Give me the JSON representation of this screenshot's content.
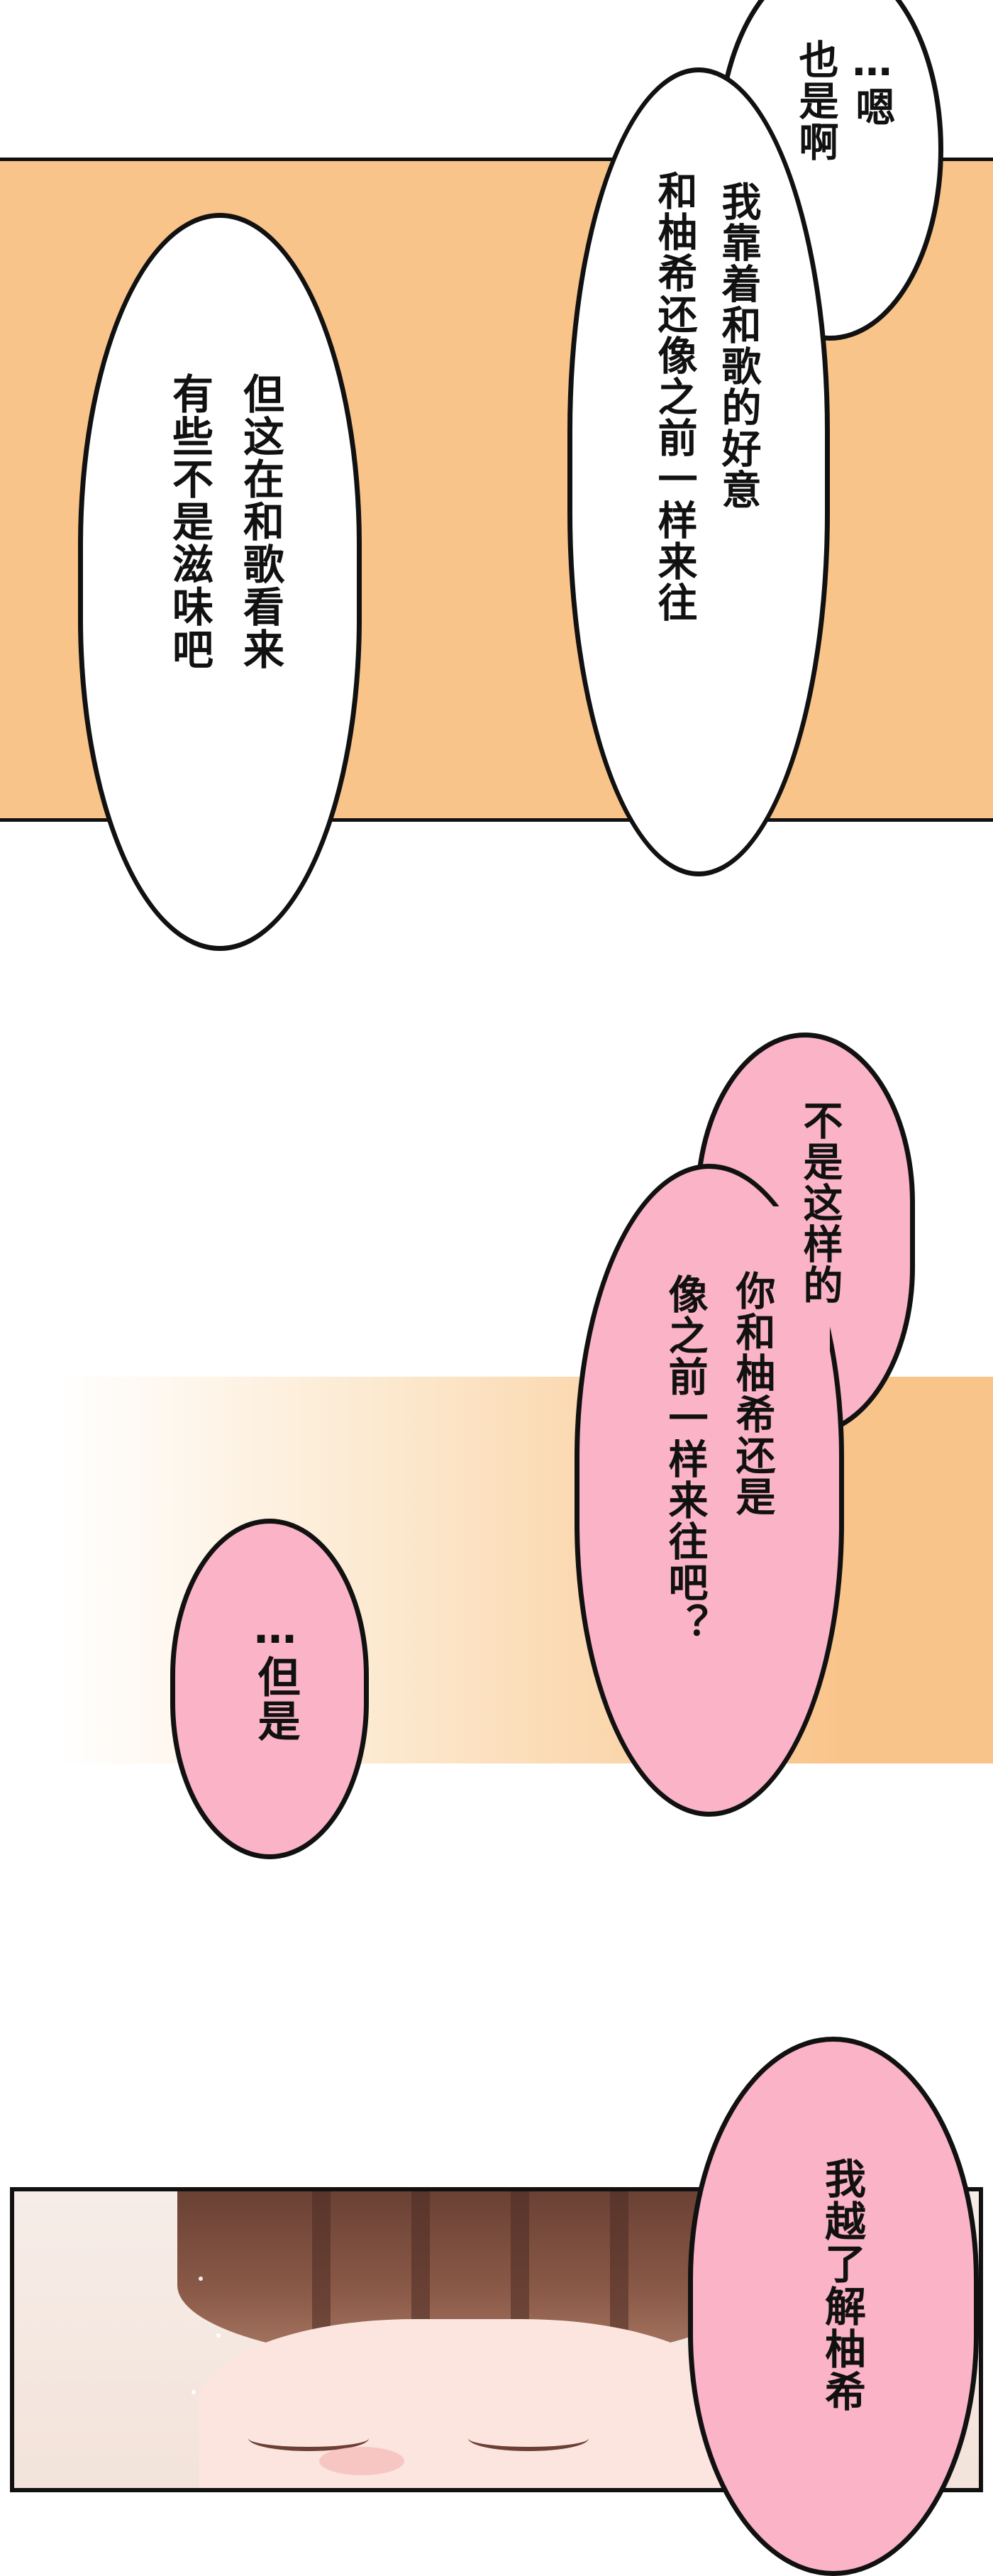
{
  "bubbles": {
    "b1": {
      "col1": "…嗯",
      "col2": "也是啊"
    },
    "b2": {
      "col1": "我靠着和歌的好意",
      "col2": "和柚希还像之前一样来往"
    },
    "b3": {
      "col1": "但这在和歌看来",
      "col2": "有些不是滋味吧"
    },
    "b4": {
      "col1": "不是这样的",
      "col2": "你和柚希还是",
      "col3": "像之前一样来往吧？"
    },
    "b5": {
      "col1": "…但是"
    },
    "b6": {
      "col1": "我越了解柚希"
    }
  },
  "colors": {
    "band": "#f9c48a",
    "pink_bubble": "#fbb3c7",
    "white_bubble": "#ffffff",
    "outline": "#111111"
  }
}
